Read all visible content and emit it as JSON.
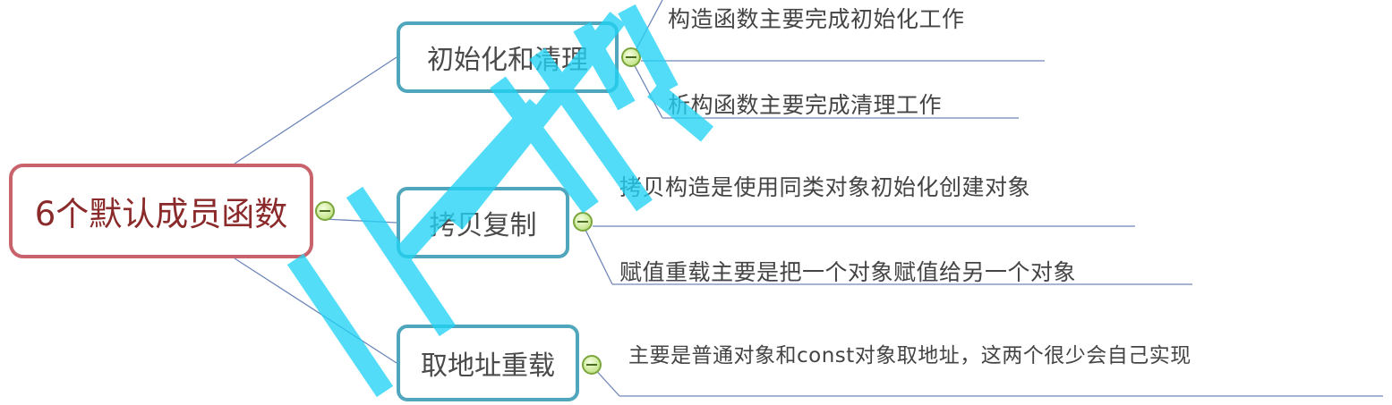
{
  "root": {
    "label": "6个默认成员函数"
  },
  "branches": [
    {
      "label": "初始化和清理",
      "children": [
        "构造函数主要完成初始化工作",
        "析构函数主要完成清理工作"
      ]
    },
    {
      "label": "拷贝复制",
      "children": [
        "拷贝构造是使用同类对象初始化创建对象",
        "赋值重载主要是把一个对象赋值给另一个对象"
      ]
    },
    {
      "label": "取地址重载",
      "children": [
        "主要是普通对象和const对象取地址，这两个很少会自己实现"
      ]
    }
  ],
  "colors": {
    "root_border": "#c8636b",
    "branch_border": "#4fa6bd",
    "connector": "#6e86b8",
    "toggle": "#9cc75a",
    "watermark": "#22d3f5"
  },
  "icons": {
    "collapse": "minus-circle-icon"
  }
}
